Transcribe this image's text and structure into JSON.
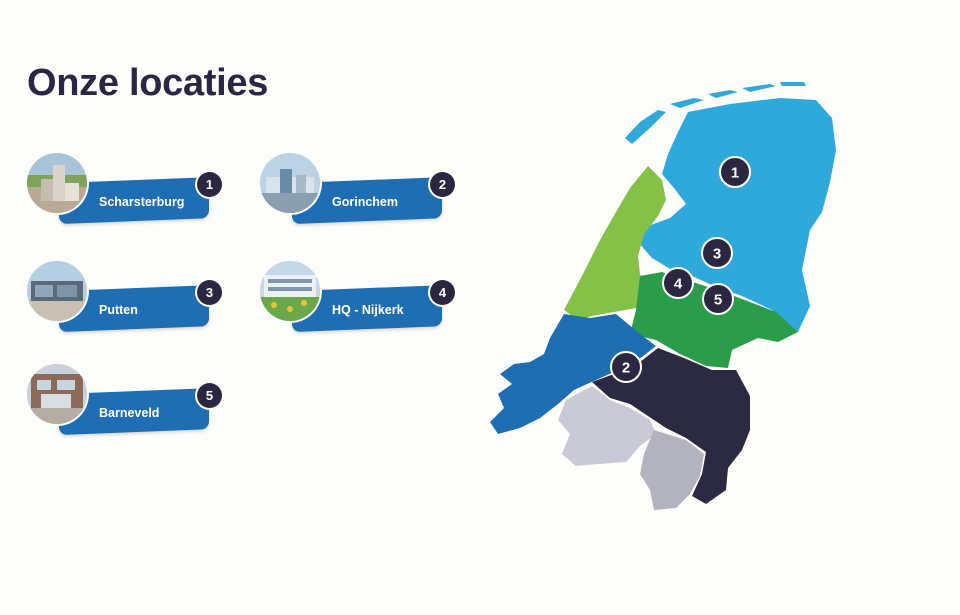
{
  "page": {
    "title": "Onze locaties"
  },
  "locations": [
    {
      "label": "Scharsterburg",
      "number": "1"
    },
    {
      "label": "Gorinchem",
      "number": "2"
    },
    {
      "label": "Putten",
      "number": "3"
    },
    {
      "label": "HQ - Nijkerk",
      "number": "4"
    },
    {
      "label": "Barneveld",
      "number": "5"
    }
  ],
  "map": {
    "markers": [
      "1",
      "2",
      "3",
      "4",
      "5"
    ],
    "region_colors": {
      "north": "#2fa8dc",
      "holland": "#85c146",
      "center": "#2a9c4a",
      "south_west": "#1f6db3",
      "brabant": "#2c2a43",
      "zeeland_south": "#c9cad6",
      "limburg_grey": "#b3b3bf"
    }
  },
  "colors": {
    "title": "#2b2546",
    "card": "#1f6db3",
    "badge": "#2c2740"
  }
}
